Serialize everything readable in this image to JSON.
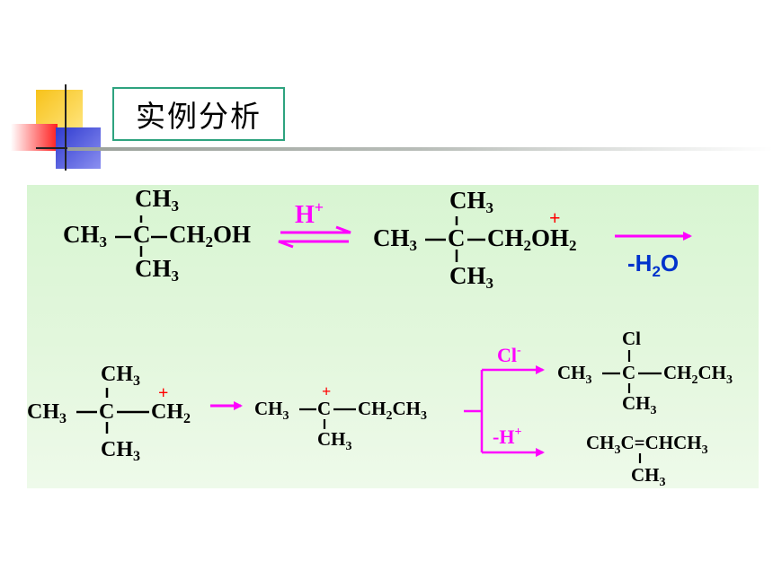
{
  "title": "实例分析",
  "colors": {
    "panel": "#dff6d8",
    "arrow": "#ff00ff",
    "label_blue": "#0033cc",
    "charge": "#ff0000",
    "title_border": "#2ea37f"
  },
  "reaction": {
    "reactant": {
      "top": "CH3",
      "left": "CH3",
      "center": "C",
      "right": "CH2OH",
      "bottom": "CH3"
    },
    "eq_label": "H+",
    "oxonium": {
      "top": "CH3",
      "left": "CH3",
      "center": "C",
      "right": "CH2OH2",
      "bottom": "CH3",
      "charge": "+"
    },
    "loss_label": "-H2O",
    "primary_cation": {
      "top": "CH3",
      "left": "CH3",
      "center": "C",
      "right": "CH2",
      "bottom": "CH3",
      "charge": "+"
    },
    "tertiary_cation": {
      "left": "CH3",
      "center": "C",
      "right": "CH2CH3",
      "bottom": "CH3",
      "charge": "+"
    },
    "branch_upper_label": "Cl-",
    "branch_lower_label": "-H+",
    "chloride_product": {
      "top": "Cl",
      "left": "CH3",
      "center": "C",
      "right": "CH2CH3",
      "bottom": "CH3"
    },
    "alkene_product": {
      "main": "CH3C=CHCH3",
      "bottom": "CH3"
    }
  }
}
